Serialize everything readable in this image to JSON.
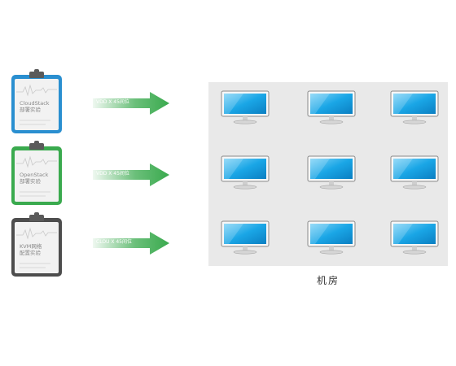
{
  "labs": [
    {
      "line1": "CloudStack",
      "line2": "部署实验",
      "frame_color": "#2a8fd0",
      "arrow_label": "VDD Ⅹ 45间位"
    },
    {
      "line1": "OpenStack",
      "line2": "部署实验",
      "frame_color": "#3aaa4e",
      "arrow_label": "VDD Ⅹ 45间位"
    },
    {
      "line1": "KVM网络",
      "line2": "配置实验",
      "frame_color": "#4d4d4d",
      "arrow_label": "CLOU Ⅹ 45间位"
    }
  ],
  "room": {
    "label": "机房",
    "monitor_rows": 3,
    "monitor_cols": 3
  },
  "colors": {
    "arrow_green": "#3aaa4e",
    "room_bg": "#e9e9e9",
    "screen_blue": "#1aa6e6"
  }
}
